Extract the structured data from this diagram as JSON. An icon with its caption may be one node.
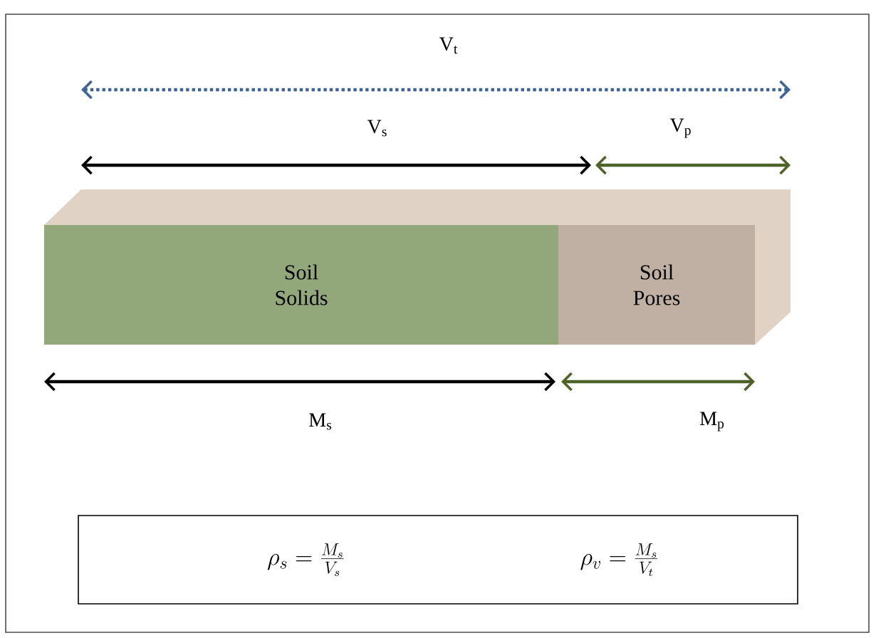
{
  "diagram": {
    "nodes": [
      {
        "text": [
          "Soil Solids"
        ]
      },
      {
        "text": [
          "Soil Pores"
        ]
      },
      {
        "text": [
          "\\rho_s = \\frac{M_s}{V_s}",
          "\\rho_v = \\frac{M_s}{V_t}"
        ]
      }
    ],
    "labels": [
      "V$_{t}$",
      "V$_{s}$",
      "V$_{p}$",
      "M$_{s}$",
      "M$_{p}$"
    ]
  }
}
